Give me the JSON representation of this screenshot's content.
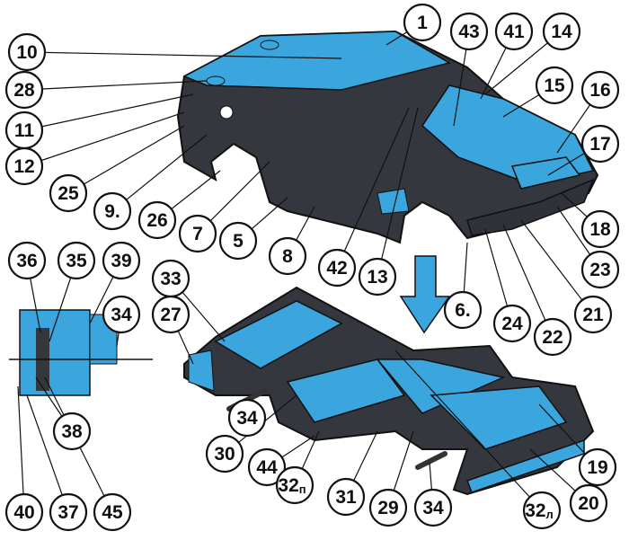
{
  "colors": {
    "blue": "#3aa6dd",
    "dark": "#34373d",
    "outline": "#111111"
  },
  "callouts": [
    "10",
    "28",
    "11",
    "12",
    "25",
    "9.",
    "26",
    "7",
    "5",
    "8",
    "42",
    "13",
    "6.",
    "24",
    "22",
    "21",
    "23",
    "18",
    "17",
    "16",
    "15",
    "14",
    "41",
    "43",
    "1",
    "36",
    "35",
    "39",
    "34",
    "33",
    "27",
    "38",
    "40",
    "37",
    "45",
    "34",
    "30",
    "44",
    "32",
    "31",
    "29",
    "34",
    "32",
    "20",
    "19"
  ],
  "subscripts": {
    "38": "п",
    "42": "л"
  },
  "arrow_icon": "down-arrow"
}
